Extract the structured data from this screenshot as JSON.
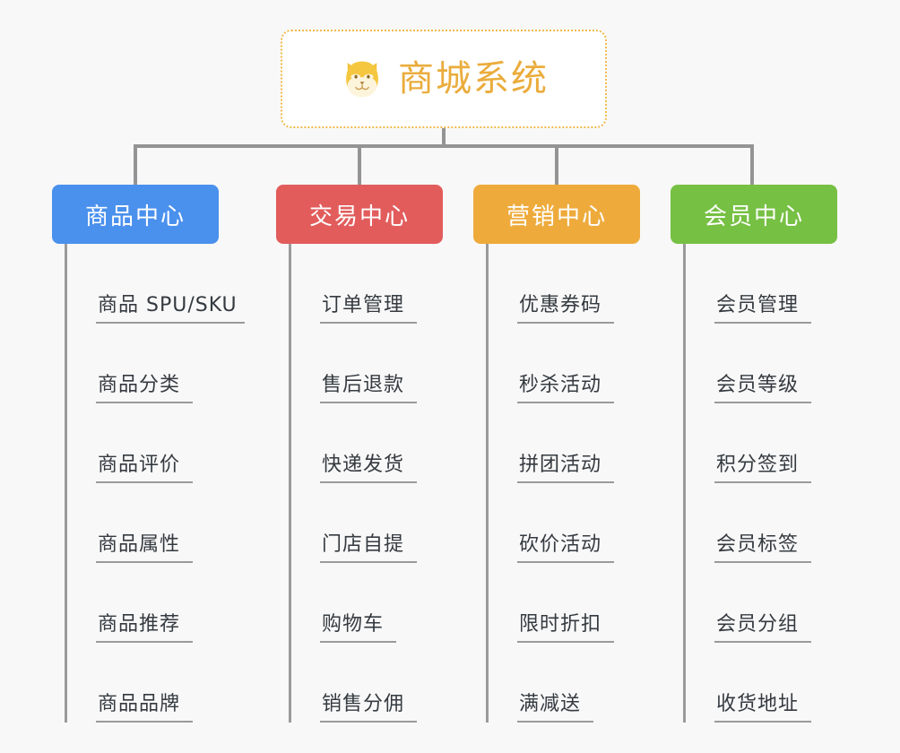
{
  "root": {
    "title": "商城系统",
    "icon": "shiba-dog-face-icon",
    "border_color": "#f0b94b",
    "text_color": "#eaac3c",
    "background": "#ffffff"
  },
  "canvas": {
    "background": "#f8f8f8",
    "line_color": "#949494"
  },
  "branches": [
    {
      "label": "商品中心",
      "color": "#4a90ed",
      "leaves": [
        "商品 SPU/SKU",
        "商品分类",
        "商品评价",
        "商品属性",
        "商品推荐",
        "商品品牌"
      ]
    },
    {
      "label": "交易中心",
      "color": "#e25c5c",
      "leaves": [
        "订单管理",
        "售后退款",
        "快递发货",
        "门店自提",
        "购物车",
        "销售分佣"
      ]
    },
    {
      "label": "营销中心",
      "color": "#eeab3c",
      "leaves": [
        "优惠券码",
        "秒杀活动",
        "拼团活动",
        "砍价活动",
        "限时折扣",
        "满减送"
      ]
    },
    {
      "label": "会员中心",
      "color": "#76c043",
      "leaves": [
        "会员管理",
        "会员等级",
        "积分签到",
        "会员标签",
        "会员分组",
        "收货地址"
      ]
    }
  ]
}
